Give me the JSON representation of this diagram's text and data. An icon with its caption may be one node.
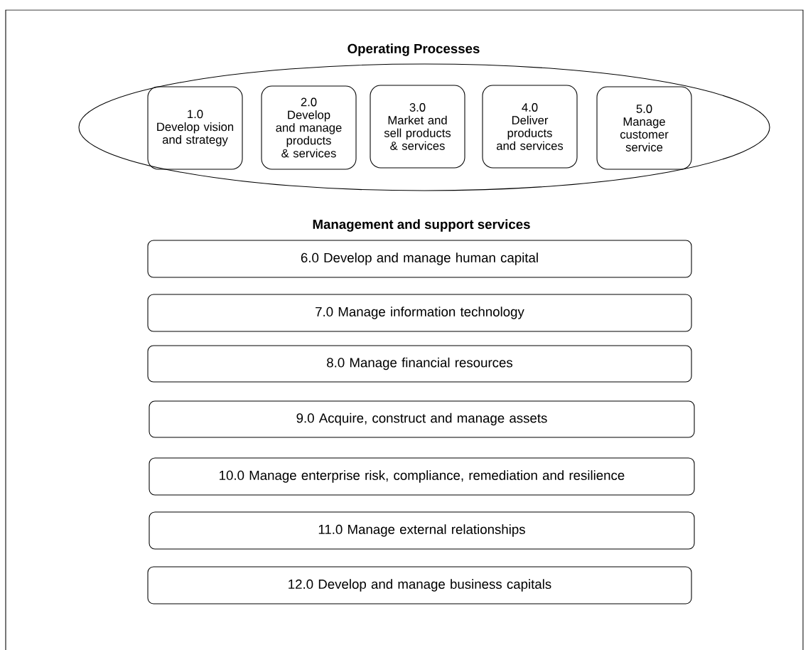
{
  "diagram": {
    "nodes": [
      {
        "text": [
          "Operating Processes"
        ]
      },
      {
        "text": [
          "1.0",
          "Develop vision and strategy"
        ],
        "in": 0
      },
      {
        "text": [
          "2.0",
          "Develop and manage products & services"
        ],
        "in": 0
      },
      {
        "text": [
          "3.0",
          "Market and sell products & services"
        ],
        "in": 0
      },
      {
        "text": [
          "4.0",
          "Deliver products and services"
        ],
        "in": 0
      },
      {
        "text": [
          "5.0",
          "Manage customer service"
        ],
        "in": 0
      },
      {
        "text": [
          "6.0 Develop and manage human capital"
        ]
      },
      {
        "text": [
          "7.0 Manage information technology"
        ]
      },
      {
        "text": [
          "8.0 Manage financial resources"
        ]
      },
      {
        "text": [
          "9.0 Acquire, construct and manage assets"
        ]
      },
      {
        "text": [
          "10.0 Manage enterprise risk, compliance, remediation and resilience"
        ]
      },
      {
        "text": [
          "11.0 Manage external relationships"
        ]
      },
      {
        "text": [
          "12.0 Develop and manage business capitals"
        ]
      }
    ],
    "labels": [
      "Management and support services"
    ]
  }
}
